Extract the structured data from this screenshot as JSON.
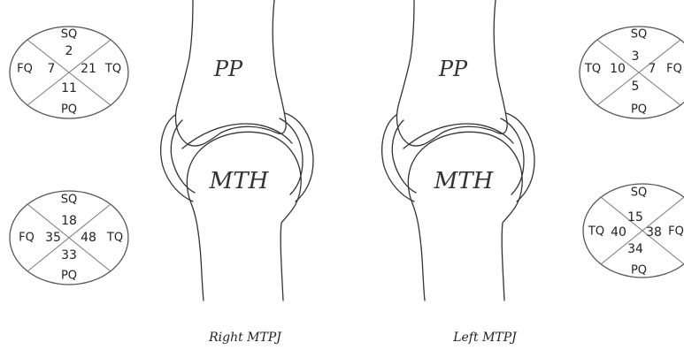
{
  "right": {
    "caption": "Right MTPJ",
    "bones": {
      "proximal": "PP",
      "head": "MTH"
    },
    "top_circle": {
      "labels": {
        "top": "SQ",
        "bottom": "PQ",
        "left": "FQ",
        "right": "TQ"
      },
      "values": {
        "top": "2",
        "bottom": "11",
        "left": "7",
        "right": "21"
      }
    },
    "bottom_circle": {
      "labels": {
        "top": "SQ",
        "bottom": "PQ",
        "left": "FQ",
        "right": "TQ"
      },
      "values": {
        "top": "18",
        "bottom": "33",
        "left": "35",
        "right": "48"
      }
    }
  },
  "left": {
    "caption": "Left MTPJ",
    "bones": {
      "proximal": "PP",
      "head": "MTH"
    },
    "top_circle": {
      "labels": {
        "top": "SQ",
        "bottom": "PQ",
        "left": "TQ",
        "right": "FQ"
      },
      "values": {
        "top": "3",
        "bottom": "5",
        "left": "10",
        "right": "7"
      }
    },
    "bottom_circle": {
      "labels": {
        "top": "SQ",
        "bottom": "PQ",
        "left": "TQ",
        "right": "FQ"
      },
      "values": {
        "top": "15",
        "bottom": "34",
        "left": "40",
        "right": "38"
      }
    }
  }
}
